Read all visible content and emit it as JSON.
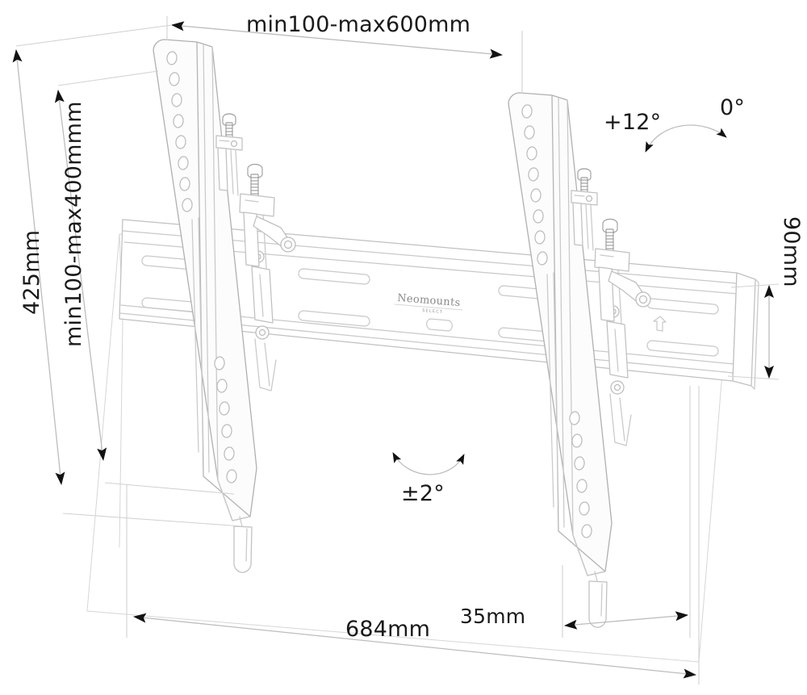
{
  "diagram": {
    "title": "Neomounts Select tilting TV wall mount technical drawing",
    "product_brand": "Neomounts",
    "product_line": "SELECT",
    "background_color": "#ffffff",
    "line_color": "#c9c9c9",
    "line_color_dark": "#a9a9a9",
    "arrow_color": "#121212",
    "text_color": "#1a1a1a"
  },
  "dimensions": {
    "top_width": {
      "label": "min100-max600mm",
      "name": "horizontal-vesa-range"
    },
    "left_outer": {
      "label": "425mm",
      "name": "overall-height"
    },
    "left_inner": {
      "label": "min100-max400mmm",
      "name": "vertical-vesa-range"
    },
    "right_depth": {
      "label": "90mm",
      "name": "wall-distance-depth"
    },
    "bottom_width": {
      "label": "684mm",
      "name": "overall-width"
    },
    "bottom_offset": {
      "label": "35mm",
      "name": "plate-offset"
    }
  },
  "angles": {
    "tilt_max": {
      "label": "+12°",
      "name": "tilt-max-angle"
    },
    "tilt_min": {
      "label": "0°",
      "name": "tilt-zero-angle"
    },
    "level_adjust": {
      "label": "±2°",
      "name": "level-adjustment-angle"
    }
  },
  "components": [
    {
      "name": "left-vesa-arm",
      "description": "Left vertical mounting arm with hole column"
    },
    {
      "name": "right-vesa-arm",
      "description": "Right vertical mounting arm with hole column"
    },
    {
      "name": "wall-rail",
      "description": "Horizontal wall mounting rail with slots"
    },
    {
      "name": "tv-panel",
      "description": "Display panel outline behind the mount"
    },
    {
      "name": "left-screw-assembly",
      "description": "Left tilt adjustment screws"
    },
    {
      "name": "right-screw-assembly",
      "description": "Right tilt adjustment screws"
    },
    {
      "name": "left-release-cord",
      "description": "Left pull release cord with tab"
    },
    {
      "name": "right-release-cord",
      "description": "Right pull release cord with tab"
    },
    {
      "name": "rail-up-arrow-mark",
      "description": "Orientation arrow embossed on rail"
    }
  ]
}
